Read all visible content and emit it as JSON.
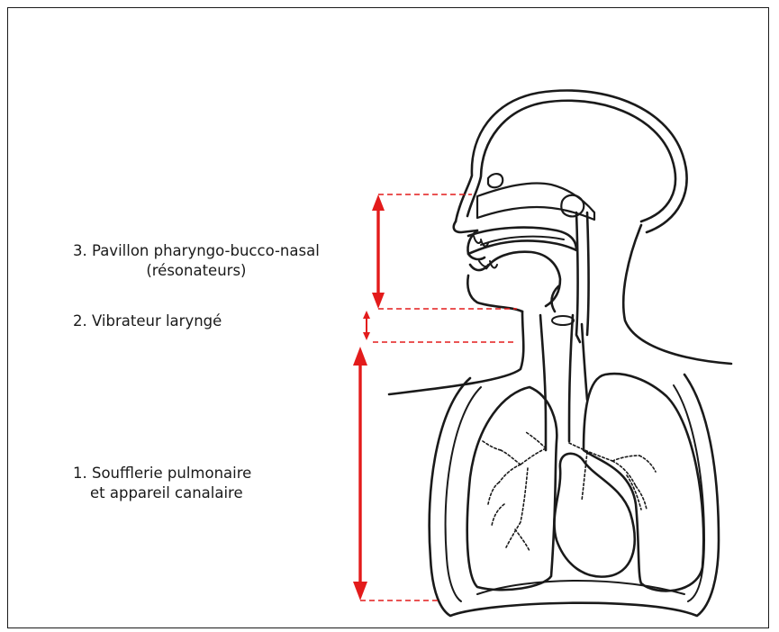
{
  "labels": {
    "resonators_line1": "3. Pavillon pharyngo-bucco-nasal",
    "resonators_line2": "(résonateurs)",
    "larynx": "2. Vibrateur laryngé",
    "lungs_line1": "1. Soufflerie pulmonaire",
    "lungs_line2": "et appareil canalaire"
  },
  "colors": {
    "accent": "#e31b1b",
    "ink": "#1a1a1a",
    "border": "#1a1a1a",
    "background": "#ffffff"
  }
}
